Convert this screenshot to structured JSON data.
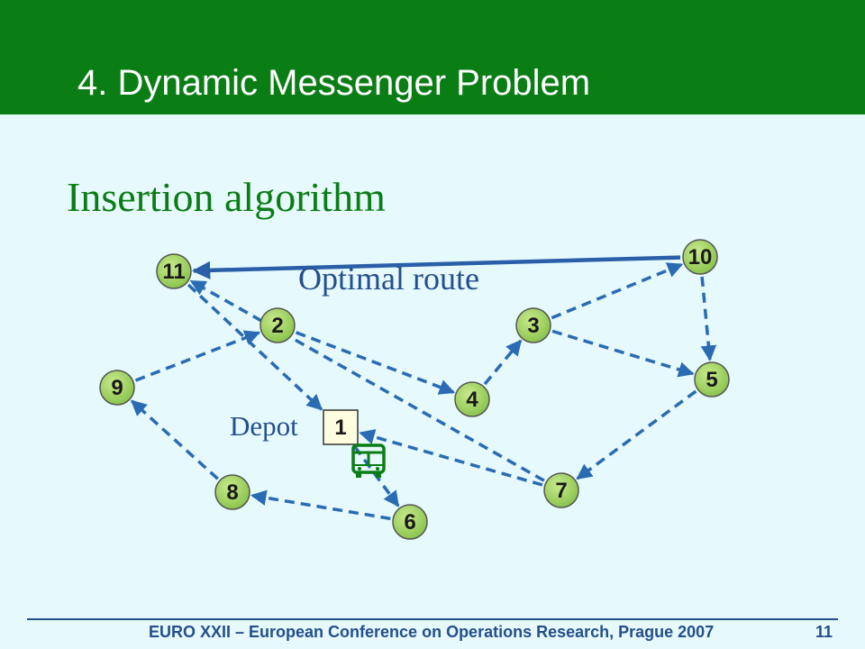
{
  "header": {
    "title": "4. Dynamic Messenger Problem"
  },
  "slide": {
    "subtitle": "Insertion algorithm"
  },
  "diagram": {
    "route_label": "Optimal route",
    "depot_label": "Depot",
    "vehicle_icon": "bus-icon",
    "colors": {
      "arrow": "#2a6bb3",
      "solid_arrow": "#2a5fa8",
      "node_fill": "#9ed060",
      "node_text": "#1a1a1a"
    },
    "depot": {
      "id": "1"
    },
    "nodes": [
      "2",
      "3",
      "4",
      "5",
      "6",
      "7",
      "8",
      "9",
      "10",
      "11"
    ],
    "edges": [
      {
        "from": "10",
        "to": "11",
        "style": "solid"
      },
      {
        "from": "10",
        "to": "5",
        "style": "dashed"
      },
      {
        "from": "5",
        "to": "7",
        "style": "dashed"
      },
      {
        "from": "7",
        "to": "1",
        "style": "dashed"
      },
      {
        "from": "7",
        "to": "11",
        "style": "dashed"
      },
      {
        "from": "11",
        "to": "1",
        "style": "dashed"
      },
      {
        "from": "1",
        "to": "6",
        "style": "dashed"
      },
      {
        "from": "6",
        "to": "8",
        "style": "dashed"
      },
      {
        "from": "8",
        "to": "9",
        "style": "dashed"
      },
      {
        "from": "9",
        "to": "2",
        "style": "dashed"
      },
      {
        "from": "2",
        "to": "4",
        "style": "dashed"
      },
      {
        "from": "4",
        "to": "3",
        "style": "dashed"
      },
      {
        "from": "3",
        "to": "10",
        "style": "dashed"
      },
      {
        "from": "3",
        "to": "5",
        "style": "dashed"
      }
    ]
  },
  "footer": {
    "text": "EURO XXII – European Conference on Operations Research, Prague 2007",
    "page": "11"
  }
}
